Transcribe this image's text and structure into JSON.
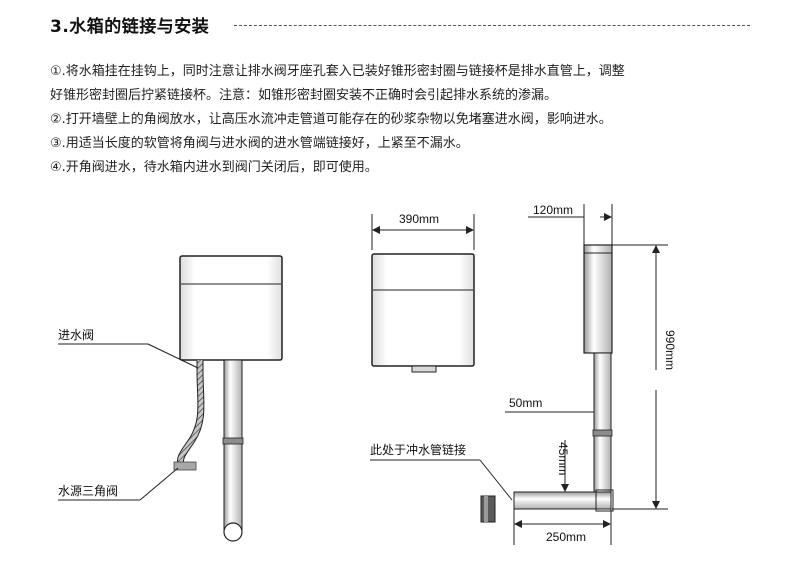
{
  "heading": "3.水箱的链接与安装",
  "steps": [
    "①.将水箱挂在挂钩上，同时注意让排水阀牙座孔套入已装好锥形密封圈与链接杯是排水直管上，调整",
    "好锥形密封圈后拧紧链接杯。注意：如锥形密封圈安装不正确时会引起排水系统的渗漏。",
    "②.打开墙壁上的角阀放水，让高压水流冲走管道可能存在的砂浆杂物以免堵塞进水阀，影响进水。",
    "③.用适当长度的软管将角阀与进水阀的进水管端链接好，上紧至不漏水。",
    "④.开角阀进水，待水箱内进水到阀门关闭后，即可使用。"
  ],
  "labels": {
    "inlet_valve": "进水阀",
    "angle_valve": "水源三角阀",
    "flush_connection": "此处于冲水管链接"
  },
  "dimensions": {
    "tank_width": "390mm",
    "top_width": "120mm",
    "height": "990mm",
    "pipe": "50mm",
    "bend": "45mm",
    "bottom_length": "250mm"
  }
}
